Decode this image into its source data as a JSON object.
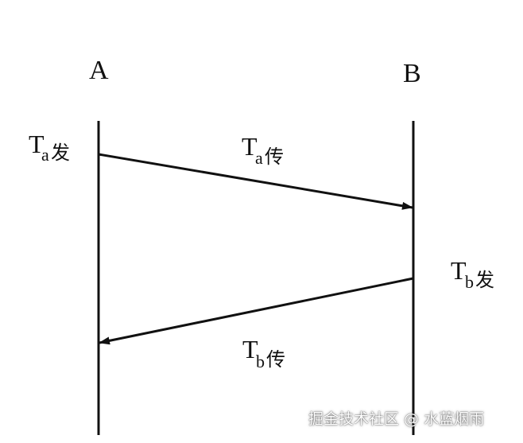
{
  "nodes": {
    "a_label": "A",
    "b_label": "B"
  },
  "events": {
    "a_send": {
      "main": "T",
      "sub": "a",
      "han": "发"
    },
    "a_transit": {
      "main": "T",
      "sub": "a",
      "han": "传"
    },
    "b_send": {
      "main": "T",
      "sub": "b",
      "han": "发"
    },
    "b_transit": {
      "main": "T",
      "sub": "b",
      "han": "传"
    }
  },
  "watermark": {
    "text": "掘金技术社区 @ 水蓝烟雨"
  },
  "colors": {
    "line": "#111111",
    "background": "#ffffff"
  }
}
